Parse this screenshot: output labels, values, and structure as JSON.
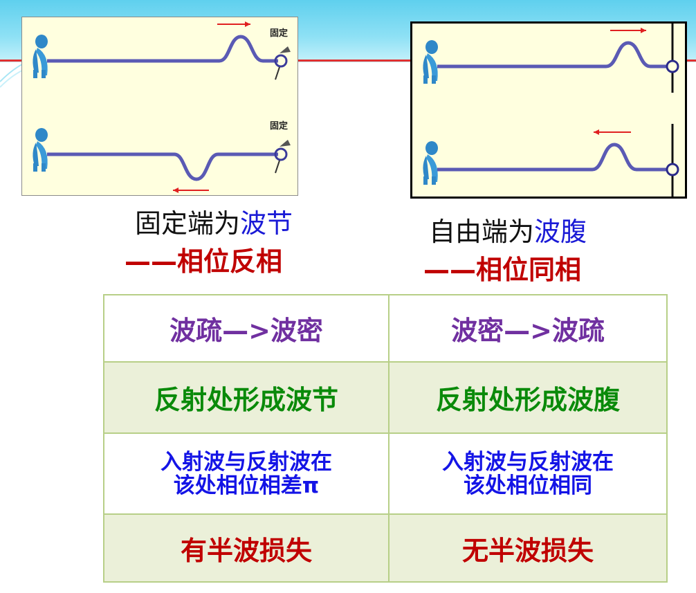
{
  "panels": {
    "fixed_end": {
      "top_label": "固定",
      "bottom_label": "固定"
    }
  },
  "captions": {
    "fixed": {
      "prefix": "固定端为",
      "highlight": "波节",
      "subtitle": "——相位反相"
    },
    "free": {
      "prefix": "自由端为",
      "highlight": "波腹",
      "subtitle": "——相位同相"
    }
  },
  "table": {
    "rows": [
      {
        "left": "波疏—>波密",
        "right": "波密—>波疏"
      },
      {
        "left": "反射处形成波节",
        "right": "反射处形成波腹"
      },
      {
        "left_line1": "入射波与反射波在",
        "left_line2": "该处相位相差π",
        "right_line1": "入射波与反射波在",
        "right_line2": "该处相位相同"
      },
      {
        "left": "有半波损失",
        "right": "无半波损失"
      }
    ]
  },
  "colors": {
    "header_band": "#5fd0ee",
    "panel_fill": "#ffffdf",
    "rope": "#5a5ab4",
    "arrow": "#e02020",
    "caption_blue": "#1a1ad6",
    "caption_red": "#c00000",
    "table_border": "#b7cf87"
  }
}
